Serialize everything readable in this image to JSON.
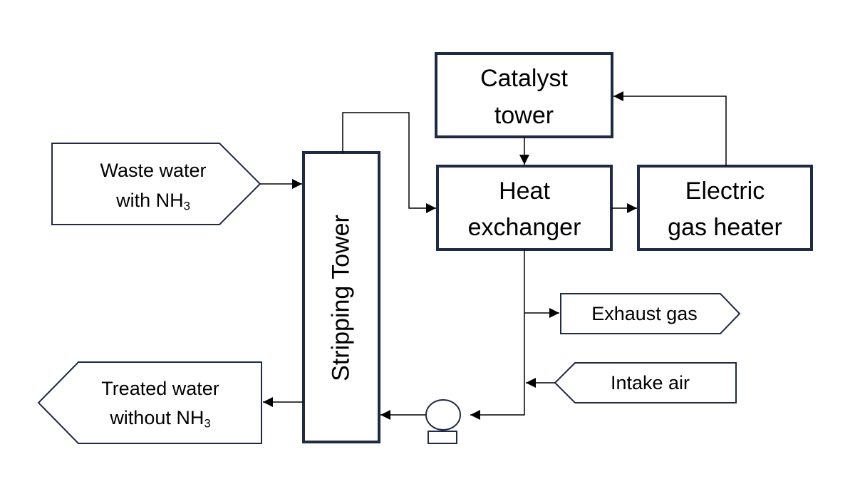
{
  "colors": {
    "box_stroke": "#1f2a44",
    "line": "#000000",
    "text": "#000000",
    "background": "#ffffff"
  },
  "nodes": {
    "catalyst_tower": {
      "line1": "Catalyst",
      "line2": "tower"
    },
    "heat_exchanger": {
      "line1": "Heat",
      "line2": "exchanger"
    },
    "electric_gas_heater": {
      "line1": "Electric",
      "line2": "gas heater"
    },
    "stripping_tower": {
      "label": "Stripping Tower"
    },
    "waste_water": {
      "line1": "Waste water",
      "line2_prefix": "with NH",
      "line2_sub": "3"
    },
    "treated_water": {
      "line1": "Treated water",
      "line2_prefix": "without NH",
      "line2_sub": "3"
    },
    "exhaust_gas": {
      "label": "Exhaust gas"
    },
    "intake_air": {
      "label": "Intake air"
    }
  },
  "pump": {
    "icon": "pump-icon"
  }
}
